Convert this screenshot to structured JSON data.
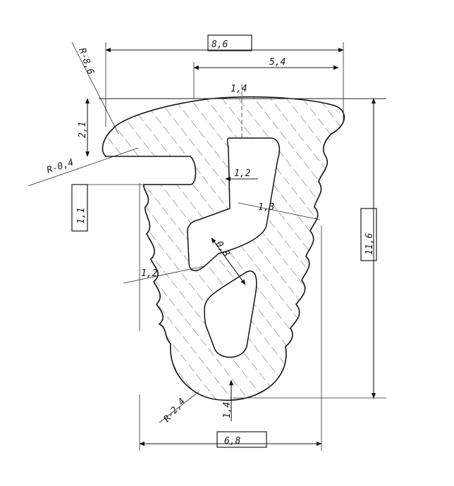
{
  "dimensions": {
    "overall_width": "8,6",
    "upper_width": "5,4",
    "top_wall": "1,4",
    "flange_height": "2,1",
    "slot_radius": "R-0,4",
    "lip_height": "1,1",
    "center_wall": "1,2",
    "side_wall": "1,3",
    "overall_height": "11,6",
    "inner_gap": "0,8",
    "left_wall": "1,2",
    "bottom_radius": "R-2,4",
    "bottom_wall": "1,4",
    "bottom_width": "6,8",
    "head_radius": "R-8,6"
  },
  "colors": {
    "line": "#111111",
    "background": "#ffffff"
  }
}
